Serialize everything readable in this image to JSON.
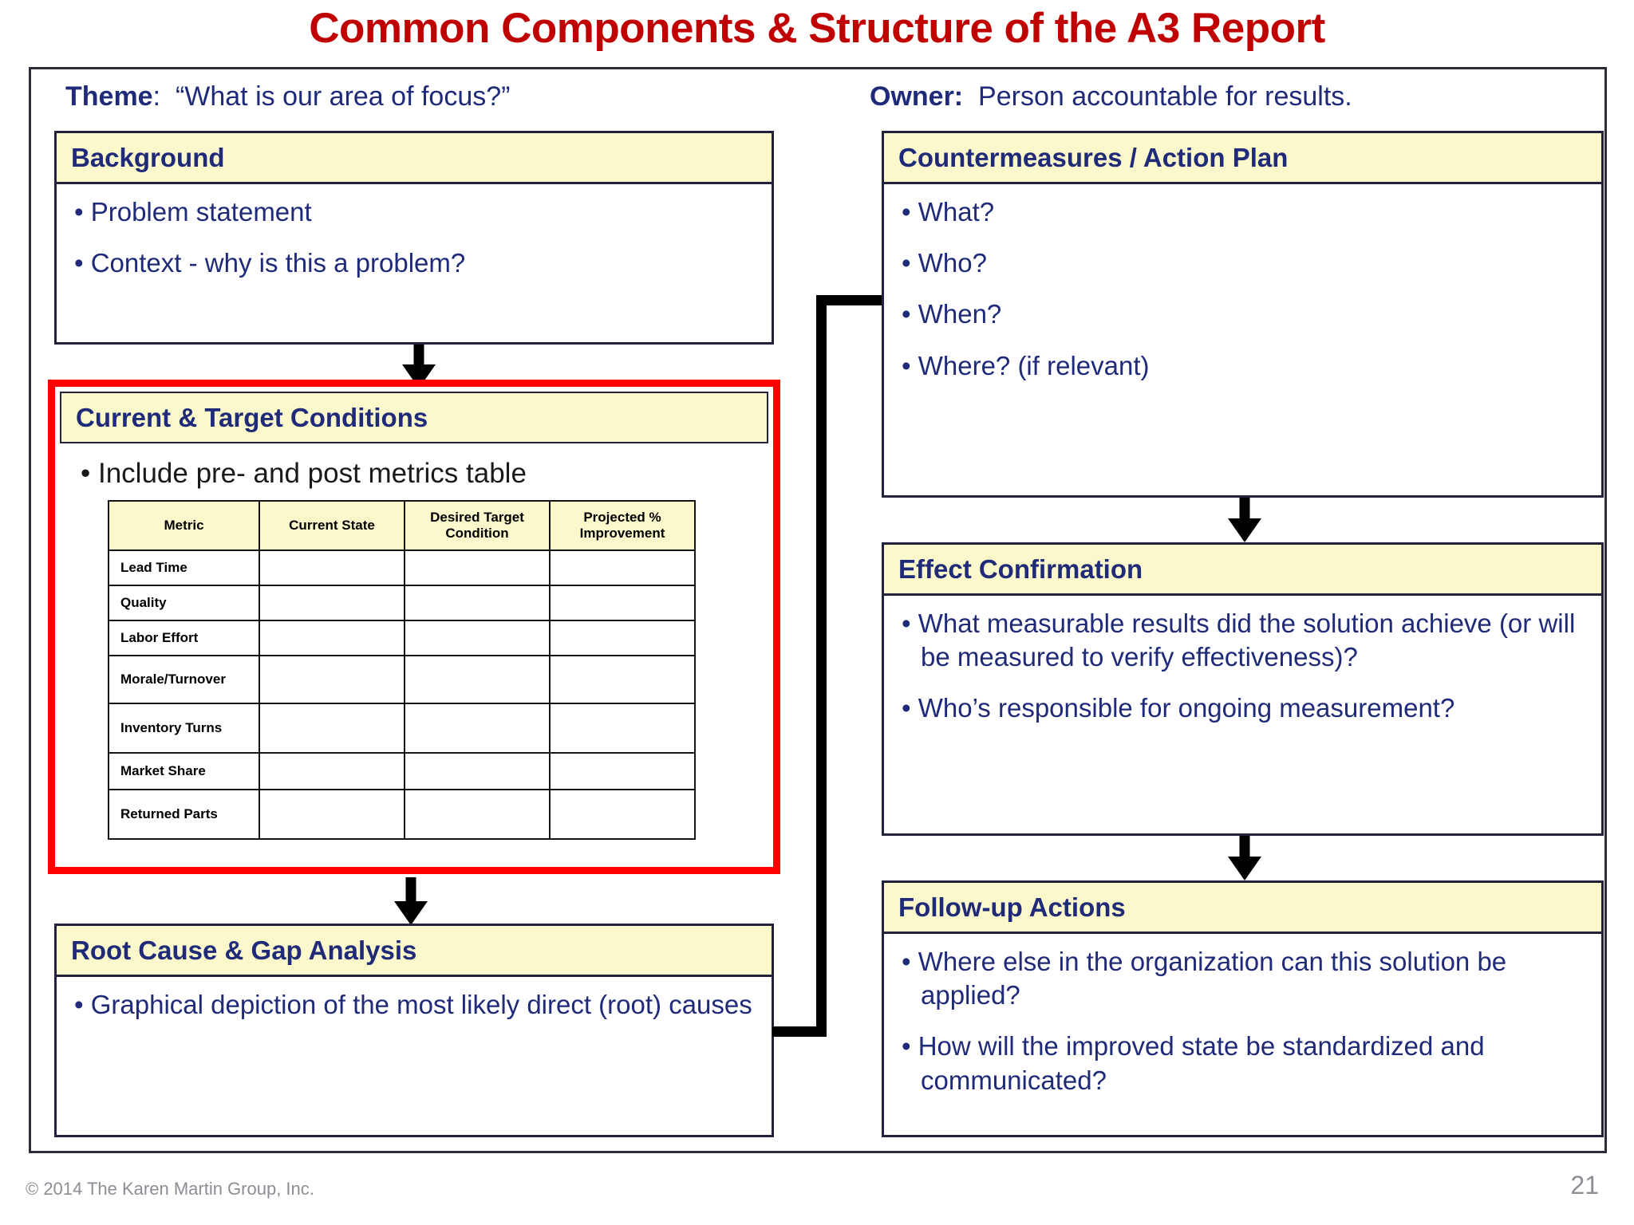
{
  "title": "Common Components & Structure of the A3 Report",
  "header": {
    "theme_label": "Theme",
    "theme_separator": ":",
    "theme_value": "“What is our area of focus?”",
    "owner_label": "Owner:",
    "owner_value": "Person accountable for results."
  },
  "boxes": {
    "background": {
      "heading": "Background",
      "bullets": [
        "• Problem statement",
        "• Context - why is this a problem?"
      ]
    },
    "current_target": {
      "heading": "Current  & Target Conditions",
      "bullets": [
        "• Include pre- and post metrics table"
      ]
    },
    "root_cause": {
      "heading": "Root Cause & Gap Analysis",
      "bullets": [
        "• Graphical depiction of the most likely direct (root) causes"
      ]
    },
    "countermeasures": {
      "heading": "Countermeasures / Action Plan",
      "bullets": [
        "• What?",
        "• Who?",
        "• When?",
        "• Where? (if relevant)"
      ]
    },
    "effect_confirmation": {
      "heading": "Effect Confirmation",
      "bullets": [
        "• What measurable results did the solution achieve (or will be measured to verify effectiveness)?",
        "• Who’s responsible for ongoing measurement?"
      ]
    },
    "followup": {
      "heading": "Follow-up Actions",
      "bullets": [
        "• Where else in the organization can this solution be applied?",
        "• How will the improved state be standardized and communicated?"
      ]
    }
  },
  "metrics_table": {
    "columns": [
      "Metric",
      "Current State",
      "Desired Target Condition",
      "Projected % Improvement"
    ],
    "rows": [
      {
        "metric": "Lead Time",
        "current_state": "",
        "desired_target_condition": "",
        "projected_improvement": ""
      },
      {
        "metric": "Quality",
        "current_state": "",
        "desired_target_condition": "",
        "projected_improvement": ""
      },
      {
        "metric": "Labor Effort",
        "current_state": "",
        "desired_target_condition": "",
        "projected_improvement": ""
      },
      {
        "metric": "Morale/Turnover",
        "current_state": "",
        "desired_target_condition": "",
        "projected_improvement": ""
      },
      {
        "metric": "Inventory Turns",
        "current_state": "",
        "desired_target_condition": "",
        "projected_improvement": ""
      },
      {
        "metric": "Market Share",
        "current_state": "",
        "desired_target_condition": "",
        "projected_improvement": ""
      },
      {
        "metric": "Returned Parts",
        "current_state": "",
        "desired_target_condition": "",
        "projected_improvement": ""
      }
    ]
  },
  "footer": {
    "copyright": "© 2014 The Karen Martin Group, Inc.",
    "page_number": "21"
  },
  "colors": {
    "title_red": "#C00000",
    "heading_navy": "#1F2A78",
    "header_band_yellow": "#FBF8CC",
    "highlight_red": "#FF0000",
    "frame_dark": "#22223A",
    "footer_gray": "#8D8D95"
  }
}
